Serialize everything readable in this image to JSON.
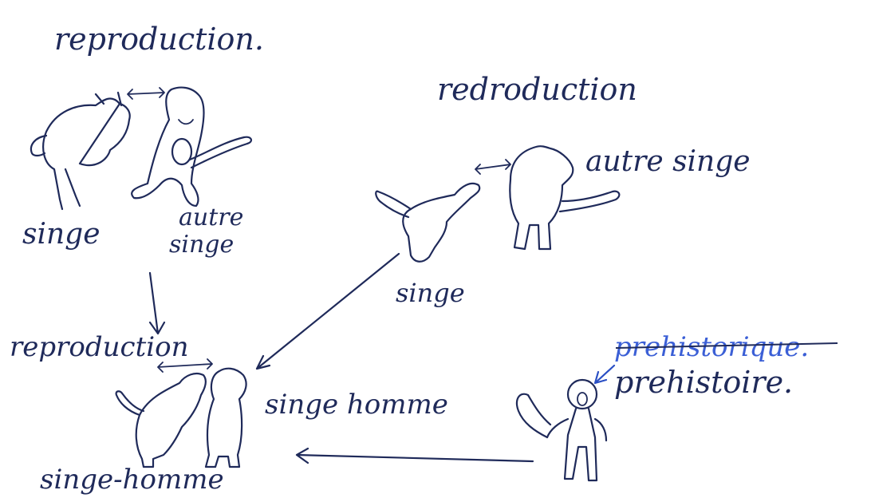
{
  "labels": {
    "reproduction_top": "reproduction.",
    "redroduction": "redroduction",
    "singe_left": "singe",
    "autre_singe_left_line1": "autre",
    "autre_singe_left_line2": "singe",
    "autre_singe_right": "autre singe",
    "singe_right": "singe",
    "reproduction_mid": "reproduction",
    "singe_homme_right": "singe homme",
    "singe_homme_bottom": "singe-homme",
    "prehistorique_crossed": "prehistorique.",
    "prehistoire": "prehistoire."
  },
  "colors": {
    "ink": "#1f2a5a",
    "blue_ink": "#3b5fd6"
  }
}
